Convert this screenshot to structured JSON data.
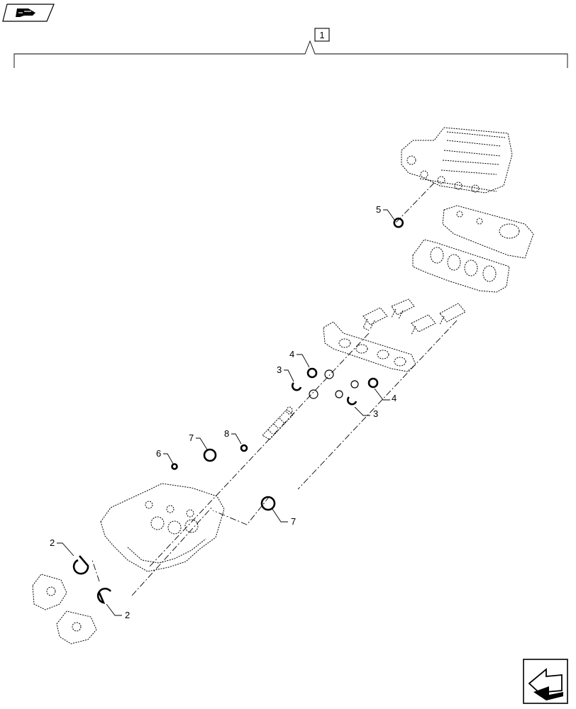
{
  "toolbar": {
    "back_icon": "hand-pointer-back-icon"
  },
  "assembly": {
    "ref_label": "1"
  },
  "callouts": {
    "c2a": "2",
    "c2b": "2",
    "c3a": "3",
    "c3b": "3",
    "c4a": "4",
    "c4b": "4",
    "c5": "5",
    "c6": "6",
    "c7a": "7",
    "c7b": "7",
    "c8": "8"
  },
  "nav": {
    "next_icon": "next-page-arrow-icon"
  },
  "colors": {
    "line": "#000000",
    "background": "#ffffff"
  }
}
